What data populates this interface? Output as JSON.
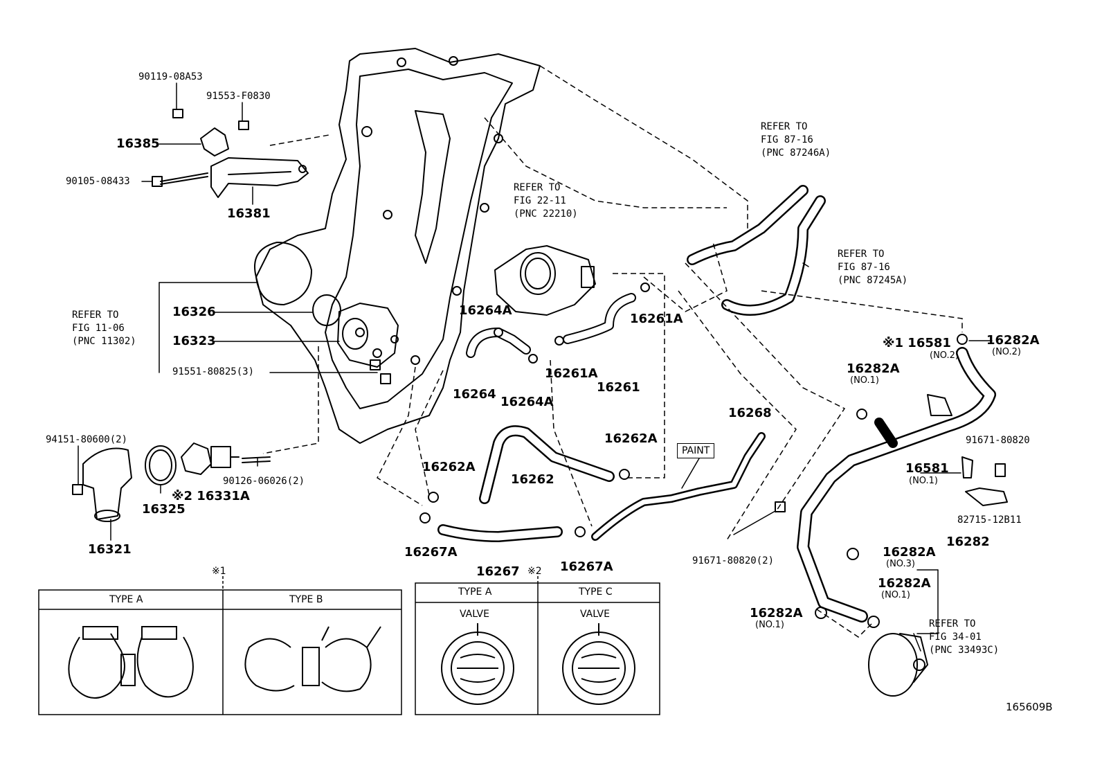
{
  "figure_id": "165609B",
  "parts": {
    "p90119": "90119-08A53",
    "p91553": "91553-F0830",
    "p16385": "16385",
    "p90105": "90105-08433",
    "p16381": "16381",
    "p16326": "16326",
    "p16323": "16323",
    "p91551": "91551-80825(3)",
    "p94151": "94151-80600(2)",
    "p16321": "16321",
    "p16325": "16325",
    "p16331A": "※2 16331A",
    "p90126": "90126-06026(2)",
    "p16264A_a": "16264A",
    "p16264": "16264",
    "p16264A_b": "16264A",
    "p16261A_a": "16261A",
    "p16261A_b": "16261A",
    "p16261": "16261",
    "p16262A_a": "16262A",
    "p16262A_b": "16262A",
    "p16262": "16262",
    "p16268": "16268",
    "p16267A_a": "16267A",
    "p16267": "16267",
    "p16267A_b": "16267A",
    "p91671_a": "91671-80820(2)",
    "p16581_no2": "※1  16581",
    "p16581_no2_sub": "(NO.2)",
    "p16282A_no2": "16282A",
    "p16282A_no2_sub": "(NO.2)",
    "p16282A_no1_top": "16282A",
    "p16282A_no1_top_sub": "(NO.1)",
    "p91671_b": "91671-80820",
    "p16581_no1": "16581",
    "p16581_no1_sub": "(NO.1)",
    "p82715": "82715-12B11",
    "p16282A_no3": "16282A",
    "p16282A_no3_sub": "(NO.3)",
    "p16282": "16282",
    "p16282A_no1_mid": "16282A",
    "p16282A_no1_mid_sub": "(NO.1)",
    "p16282A_no1_left": "16282A",
    "p16282A_no1_left_sub": "(NO.1)",
    "paint": "PAINT"
  },
  "refs": {
    "fig11": "REFER TO\nFIG 11-06\n(PNC 11302)",
    "fig22": "REFER TO\nFIG 22-11\n(PNC 22210)",
    "fig87a": "REFER TO\nFIG 87-16\n(PNC 87246A)",
    "fig87b": "REFER TO\nFIG 87-16\n(PNC 87245A)",
    "fig34": "REFER TO\nFIG 34-01\n(PNC 33493C)"
  },
  "inset1": {
    "mark": "※1",
    "type_a": "TYPE A",
    "type_b": "TYPE B"
  },
  "inset2": {
    "mark": "※2",
    "type_a": "TYPE A",
    "type_c": "TYPE C",
    "valve_a": "VALVE",
    "valve_c": "VALVE"
  }
}
